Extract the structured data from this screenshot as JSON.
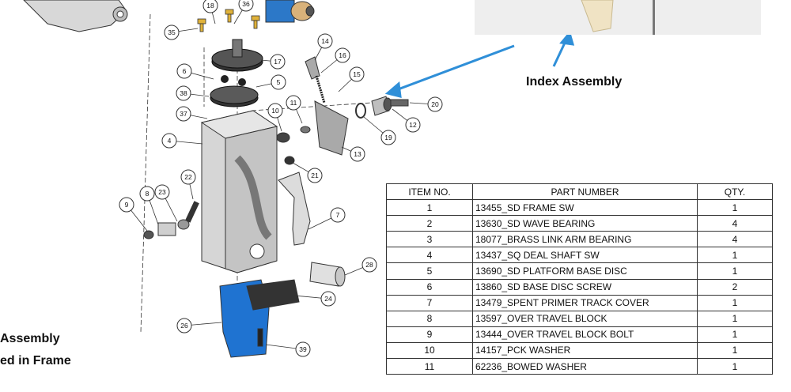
{
  "callouts": [
    "18",
    "36",
    "35",
    "14",
    "16",
    "17",
    "6",
    "15",
    "5",
    "38",
    "10",
    "11",
    "20",
    "37",
    "12",
    "19",
    "4",
    "13",
    "21",
    "22",
    "8",
    "23",
    "9",
    "7",
    "28",
    "24",
    "26",
    "39"
  ],
  "captions": {
    "index_assembly": "Index Assembly",
    "left_line1": "Assembly",
    "left_line2": "ed in Frame"
  },
  "bom": {
    "headers": [
      "ITEM NO.",
      "PART NUMBER",
      "QTY."
    ],
    "rows": [
      {
        "item": "1",
        "part": "13455_SD FRAME SW",
        "qty": "1"
      },
      {
        "item": "2",
        "part": "13630_SD WAVE BEARING",
        "qty": "4"
      },
      {
        "item": "3",
        "part": "18077_BRASS LINK ARM BEARING",
        "qty": "4"
      },
      {
        "item": "4",
        "part": "13437_SQ DEAL SHAFT SW",
        "qty": "1"
      },
      {
        "item": "5",
        "part": "13690_SD PLATFORM BASE DISC",
        "qty": "1"
      },
      {
        "item": "6",
        "part": "13860_SD BASE DISC SCREW",
        "qty": "2"
      },
      {
        "item": "7",
        "part": "13479_SPENT PRIMER TRACK COVER",
        "qty": "1"
      },
      {
        "item": "8",
        "part": "13597_OVER TRAVEL BLOCK",
        "qty": "1"
      },
      {
        "item": "9",
        "part": "13444_OVER TRAVEL BLOCK BOLT",
        "qty": "1"
      },
      {
        "item": "10",
        "part": "14157_PCK WASHER",
        "qty": "1"
      },
      {
        "item": "11",
        "part": "62236_BOWED WASHER",
        "qty": "1"
      }
    ]
  },
  "colors": {
    "arrow": "#2f8fd8",
    "blue_part": "#1f73d1",
    "gray_part": "#cfcfcf",
    "outline": "#333333"
  }
}
